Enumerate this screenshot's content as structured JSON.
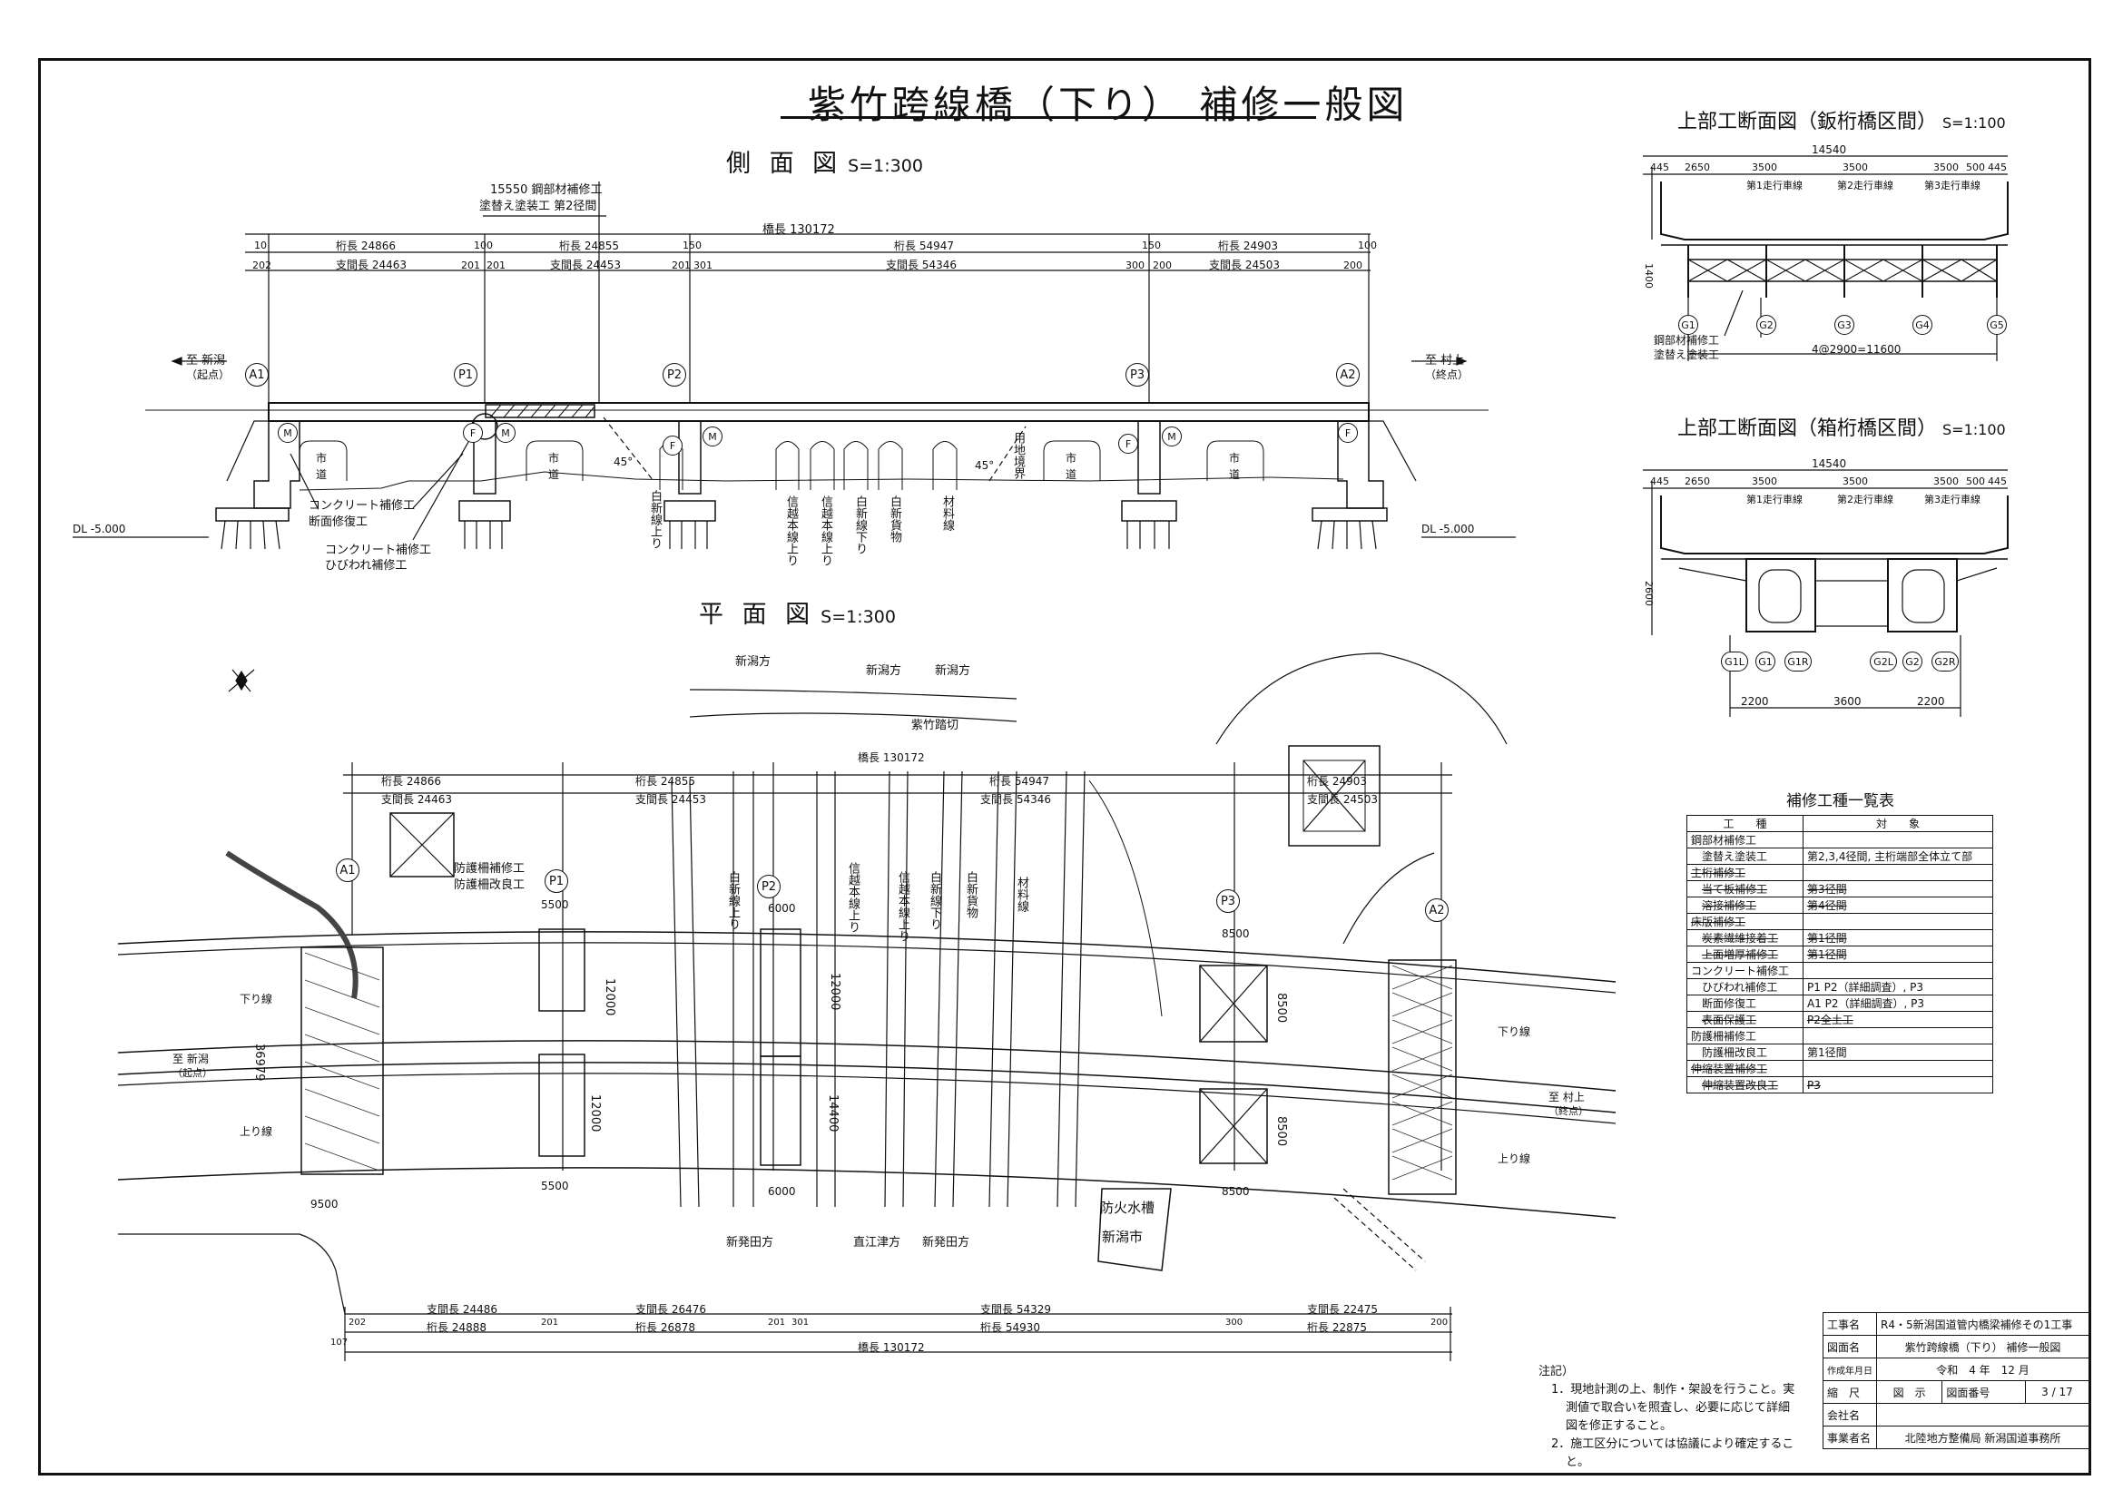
{
  "title": "紫竹跨線橋（下り） 補修一般図",
  "side_view": {
    "heading": "側 面 図",
    "scale": "S=1:300",
    "repair_label": "15550 鋼部材補修工",
    "repair_label2": "塗替え塗装工 第2径間",
    "bridge_length": "橋長 130172",
    "girder_lengths": [
      "桁長 24866",
      "桁長 24855",
      "桁長 54947",
      "桁長 24903"
    ],
    "span_lengths": [
      "支間長 24463",
      "支間長 24453",
      "支間長 54346",
      "支間長 24503"
    ],
    "small_dims": [
      "10",
      "100",
      "150",
      "150",
      "100",
      "202",
      "201",
      "201",
      "201",
      "301",
      "300",
      "200",
      "200"
    ],
    "supports": [
      "A1",
      "P1",
      "P2",
      "P3",
      "A2"
    ],
    "to_left": "至 新潟",
    "to_left_sub": "（起点）",
    "to_right": "至 村上",
    "to_right_sub": "（終点）",
    "dl_left": "DL -5.000",
    "dl_right": "DL -5.000",
    "road_label": "市",
    "road_label2": "道",
    "lines": [
      "白新線上り",
      "信越本線上り",
      "信越本線上り",
      "白新線下り",
      "白新貨物",
      "材料線"
    ],
    "field_label": "用地境界",
    "angle": "45°",
    "callout1": "コンクリート補修工",
    "callout1b": "断面修復工",
    "callout2": "コンクリート補修工",
    "callout2b": "ひびわれ補修工",
    "bearing_f": "F",
    "bearing_m": "M"
  },
  "plan_view": {
    "heading": "平 面 図",
    "scale": "S=1:300",
    "top_dirs": [
      "新潟方",
      "新潟方",
      "新潟方"
    ],
    "top_road": "紫竹踏切",
    "bridge_length": "橋長 130172",
    "girder_lengths": [
      "桁長 24866",
      "桁長 24855",
      "桁長 54947",
      "桁長 24903"
    ],
    "span_lengths": [
      "支間長 24463",
      "支間長 24453",
      "支間長 54346",
      "支間長 24503"
    ],
    "supports": [
      "A1",
      "P1",
      "P2",
      "P3",
      "A2"
    ],
    "guard_label": "防護柵補修工",
    "guard_label2": "防護柵改良工",
    "lane_down": "下り線",
    "lane_up": "上り線",
    "to_left": "至 新潟",
    "to_left_sub": "（起点）",
    "to_right": "至 村上",
    "to_right_sub": "（終点）",
    "dims": [
      "5500",
      "5500",
      "6000",
      "6000",
      "8500",
      "8500",
      "8500",
      "8500",
      "9500",
      "12000",
      "12000",
      "12000",
      "14400",
      "36979"
    ],
    "bottom_dirs": [
      "新発田方",
      "直江津方",
      "新発田方"
    ],
    "waterway": "防火水槽",
    "waterway_owner": "新潟市",
    "bottom_span_lengths": [
      "支間長 24486",
      "支間長 26476",
      "支間長 54329",
      "支間長 22475"
    ],
    "bottom_girder_lengths": [
      "桁長 24888",
      "桁長 26878",
      "桁長 54930",
      "桁長 22875"
    ],
    "bottom_bridge_length": "橋長 130172",
    "bottom_small_dims": [
      "202",
      "201",
      "201",
      "301",
      "300",
      "200",
      "107"
    ]
  },
  "section_plate": {
    "heading": "上部工断面図（鈑桁橋区間）",
    "scale": "S=1:100",
    "total": "14540",
    "top_dims": [
      "445",
      "2650",
      "3500",
      "3500",
      "3500",
      "500",
      "445"
    ],
    "lanes": [
      "第1走行車線",
      "第2走行車線",
      "第3走行車線"
    ],
    "height": "1400",
    "girders": [
      "G1",
      "G2",
      "G3",
      "G4",
      "G5"
    ],
    "bottom_dim": "4@2900=11600",
    "callout": "鋼部材補修工",
    "callout2": "塗替え塗装工"
  },
  "section_box": {
    "heading": "上部工断面図（箱桁橋区間）",
    "scale": "S=1:100",
    "total": "14540",
    "top_dims": [
      "445",
      "2650",
      "3500",
      "3500",
      "3500",
      "500",
      "445"
    ],
    "lanes": [
      "第1走行車線",
      "第2走行車線",
      "第3走行車線"
    ],
    "height": "2600",
    "girders": [
      "G1L",
      "G1",
      "G1R",
      "G2L",
      "G2",
      "G2R"
    ],
    "bottom_dims": [
      "2200",
      "3600",
      "2200"
    ]
  },
  "repair_table": {
    "title": "補修工種一覧表",
    "header": [
      "工　　種",
      "対　　象"
    ],
    "rows": [
      {
        "k": "鋼部材補修工",
        "v": "",
        "s": false,
        "ind": 0
      },
      {
        "k": "塗替え塗装工",
        "v": "第2,3,4径間, 主桁端部全体立て部",
        "s": false,
        "ind": 1
      },
      {
        "k": "主桁補修工",
        "v": "",
        "s": true,
        "ind": 0
      },
      {
        "k": "当て板補修工",
        "v": "第3径間",
        "s": true,
        "ind": 1
      },
      {
        "k": "溶接補修工",
        "v": "第4径間",
        "s": true,
        "ind": 1
      },
      {
        "k": "床版補修工",
        "v": "",
        "s": true,
        "ind": 0
      },
      {
        "k": "炭素繊維接着工",
        "v": "第1径間",
        "s": true,
        "ind": 1
      },
      {
        "k": "上面増厚補修工",
        "v": "第1径間",
        "s": true,
        "ind": 1
      },
      {
        "k": "コンクリート補修工",
        "v": "",
        "s": false,
        "ind": 0
      },
      {
        "k": "ひびわれ補修工",
        "v": "P1 P2（詳細調査）, P3",
        "s": false,
        "ind": 1
      },
      {
        "k": "断面修復工",
        "v": "A1 P2（詳細調査）, P3",
        "s": false,
        "ind": 1
      },
      {
        "k": "表面保護工",
        "v": "P2全土工",
        "s": true,
        "ind": 1
      },
      {
        "k": "防護柵補修工",
        "v": "",
        "s": false,
        "ind": 0
      },
      {
        "k": "防護柵改良工",
        "v": "第1径間",
        "s": false,
        "ind": 1
      },
      {
        "k": "伸縮装置補修工",
        "v": "",
        "s": true,
        "ind": 0
      },
      {
        "k": "伸縮装置改良工",
        "v": "P3",
        "s": true,
        "ind": 1
      }
    ]
  },
  "notes": {
    "head": "注記）",
    "n1": "1．現地計測の上、制作・架設を行うこと。実",
    "n1b": "測値で取合いを照査し、必要に応じて詳細",
    "n1c": "図を修正すること。",
    "n2": "2．施工区分については協議により確定するこ",
    "n2b": "と。"
  },
  "title_block": {
    "project_label": "工事名",
    "project": "R4・5新潟国道管内橋梁補修その1工事",
    "drawing_label": "図面名",
    "drawing": "紫竹跨線橋（下り） 補修一般図",
    "date_label": "作成年月日",
    "date": "令和　4 年　12 月",
    "scale_label": "縮　尺",
    "scale": "図　示",
    "sheet_label": "図面番号",
    "sheet": "3 / 17",
    "company_label": "会社名",
    "company": "",
    "client_label": "事業者名",
    "client": "北陸地方整備局 新潟国道事務所"
  }
}
